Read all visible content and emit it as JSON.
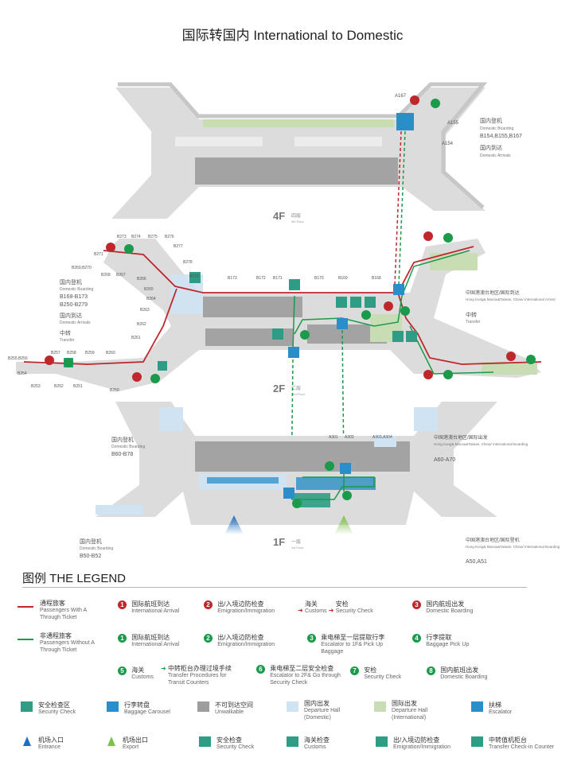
{
  "title": "国际转国内 International to Domestic",
  "colors": {
    "through_ticket": "#c0272d",
    "without_ticket": "#1a9a4a",
    "security": "#2f9c86",
    "baggage": "#2a8fc8",
    "unwalkable": "#9d9d9d",
    "departure_domestic": "#cfe3f2",
    "departure_international": "#c9ddb4",
    "floor": "#d8d8d8"
  },
  "floors": {
    "f4": {
      "label": "4F",
      "cn": "四层",
      "en": "4th Floor"
    },
    "f2": {
      "label": "2F",
      "cn": "二层",
      "en": "2nd Floor"
    },
    "f1": {
      "label": "1F",
      "cn": "一层",
      "en": "1st Floor"
    }
  },
  "gates": {
    "f4": [
      "A167",
      "A155",
      "A154"
    ],
    "f2_top": [
      "B273",
      "B274",
      "B275",
      "B276",
      "B277",
      "B271",
      "B278",
      "B269,B270",
      "B268",
      "B267",
      "B266",
      "B279",
      "B173",
      "B172",
      "B171",
      "B170",
      "B169",
      "B168",
      "B265",
      "B264",
      "B263",
      "B262",
      "B261"
    ],
    "f2_bottom": [
      "B257",
      "B258",
      "B259",
      "B260",
      "B255,B256",
      "B254",
      "B253",
      "B252",
      "B251",
      "B250"
    ],
    "f1": [
      "A301",
      "A302",
      "A303,A304"
    ]
  },
  "areas": {
    "f4_domestic": {
      "cn": "国内登机",
      "en": "Domestic Boarding",
      "gates": "B154,B155,B167",
      "cn2": "国内到达",
      "en2": "Domestic Arrivals"
    },
    "f2_domestic": {
      "cn": "国内登机",
      "en": "Domestic Boarding",
      "gates1": "B168-B173",
      "gates2": "B250-B279",
      "cn2": "国内到达",
      "en2": "Domestic Arrivals",
      "cn3": "中转",
      "en3": "Transfer"
    },
    "f2_intl": {
      "cn": "中国港澳台地区/国际到达",
      "en": "Hong Kong& Macau&Taiwan, China/ International Arrival",
      "cn2": "中转",
      "en2": "Transfer"
    },
    "f1_domestic_upper": {
      "cn": "国内登机",
      "en": "Domestic Boarding",
      "gates": "B60-B78"
    },
    "f1_intl_upper": {
      "cn": "中国港澳台地区/国际出发",
      "en": "Hong Kong& Macau&Taiwan, China/ International Boarding",
      "gates": "A60-A70"
    },
    "f1_domestic_lower": {
      "cn": "国内登机",
      "en": "Domestic Boarding",
      "gates": "B50-B52"
    },
    "f1_intl_lower": {
      "cn": "中国港澳台地区/国际登机",
      "en": "Hong Kong& Macau&Taiwan, China/ International Boarding",
      "gates": "A50,A51"
    }
  },
  "legend": {
    "title": "图例  THE LEGEND",
    "red_line": {
      "cn": "通程旅客",
      "en": "Passengers With A Through Ticket"
    },
    "green_line": {
      "cn": "非通程旅客",
      "en": "Passengers Without A Through Ticket"
    },
    "red_steps": [
      {
        "n": "1",
        "cn": "国际航班到达",
        "en": "International Arrival"
      },
      {
        "n": "2",
        "cn": "出/入境边防检查",
        "en": "Emigration/Immigration"
      },
      {
        "n": "3",
        "cn": "国内航班出发",
        "en": "Domestic Boarding"
      }
    ],
    "red_flow": {
      "a_cn": "海关",
      "a_en": "Customs",
      "b_cn": "安检",
      "b_en": "Security Check"
    },
    "green_steps": [
      {
        "n": "1",
        "cn": "国际航班到达",
        "en": "International Arrival"
      },
      {
        "n": "2",
        "cn": "出/入境边防检查",
        "en": "Emigration/Immigration"
      },
      {
        "n": "3",
        "cn": "乘电梯至一层提取行李",
        "en": "Escalator to 1F& Pick Up Baggage"
      },
      {
        "n": "4",
        "cn": "行李提取",
        "en": "Baggage Pick Up"
      },
      {
        "n": "5",
        "cn": "海关",
        "en": "Customs"
      },
      {
        "n": "6",
        "cn": "乘电梯至二层安全检查",
        "en": "Escalator to 2F& Go through Security Check"
      },
      {
        "n": "7",
        "cn": "安检",
        "en": "Security Check"
      },
      {
        "n": "8",
        "cn": "国内航班出发",
        "en": "Domestic Boarding"
      }
    ],
    "green_flow": {
      "cn": "中转柜台办理过境手续",
      "en": "Transfer Procedures for Transit Counters"
    },
    "areas": [
      {
        "cn": "安全检查区",
        "en": "Security Check",
        "color": "#2f9c86"
      },
      {
        "cn": "行李转盘",
        "en": "Baggage Carousel",
        "color": "#2a8fc8"
      },
      {
        "cn": "不可到达空间",
        "en": "Unwalkable",
        "color": "#9d9d9d"
      },
      {
        "cn": "国内出发",
        "en": "Departure Hall (Domestic)",
        "color": "#cfe3f2"
      },
      {
        "cn": "国际出发",
        "en": "Departure Hall (International)",
        "color": "#c9ddb4"
      },
      {
        "cn": "扶梯",
        "en": "Escalator",
        "color": "#2a8fc8"
      }
    ],
    "icons": [
      {
        "cn": "机场入口",
        "en": "Entrance"
      },
      {
        "cn": "机场出口",
        "en": "Export"
      },
      {
        "cn": "安全检查",
        "en": "Security Check"
      },
      {
        "cn": "海关检查",
        "en": "Customs"
      },
      {
        "cn": "出/入境边防检查",
        "en": "Emigration/Immigration"
      },
      {
        "cn": "中转值机柜台",
        "en": "Transfer Check-in Counter"
      }
    ]
  }
}
